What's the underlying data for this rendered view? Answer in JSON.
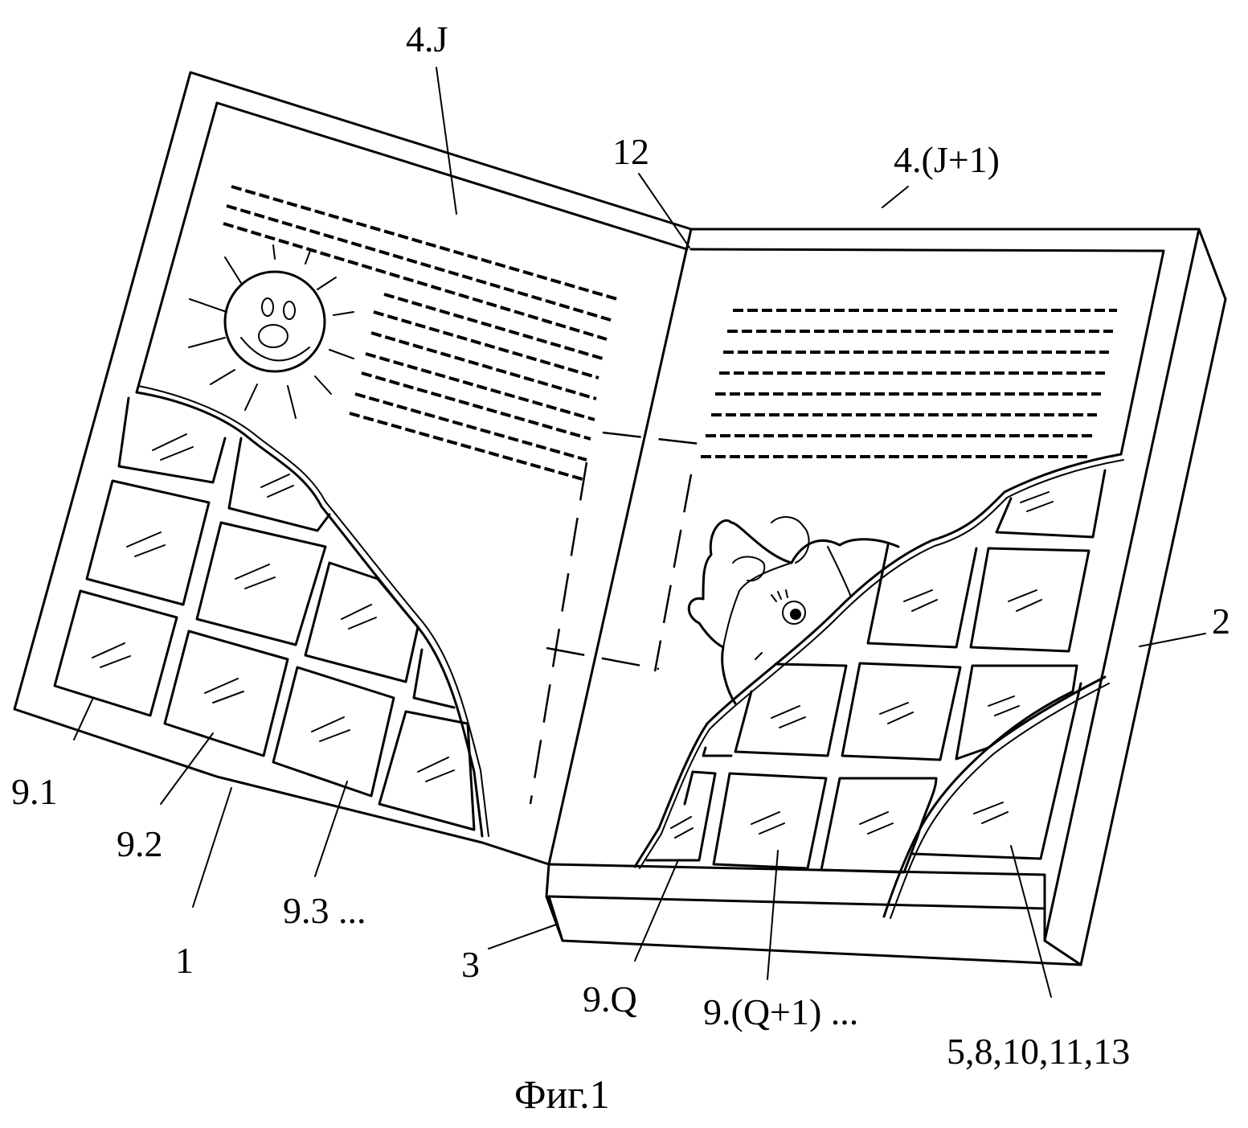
{
  "labels": {
    "page_left": "4.J",
    "page_right": "4.(J+1)",
    "spine_gap": "12",
    "cell_1": "9.1",
    "cell_2": "9.2",
    "cell_3": "9.3 ...",
    "cover_left": "1",
    "cover_right": "2",
    "spine": "3",
    "cell_q": "9.Q",
    "cell_q1": "9.(Q+1) ...",
    "layers": "5,8,10,11,13"
  },
  "caption": "Фиг.1",
  "icons": [
    "sun-icon",
    "girl-icon"
  ]
}
